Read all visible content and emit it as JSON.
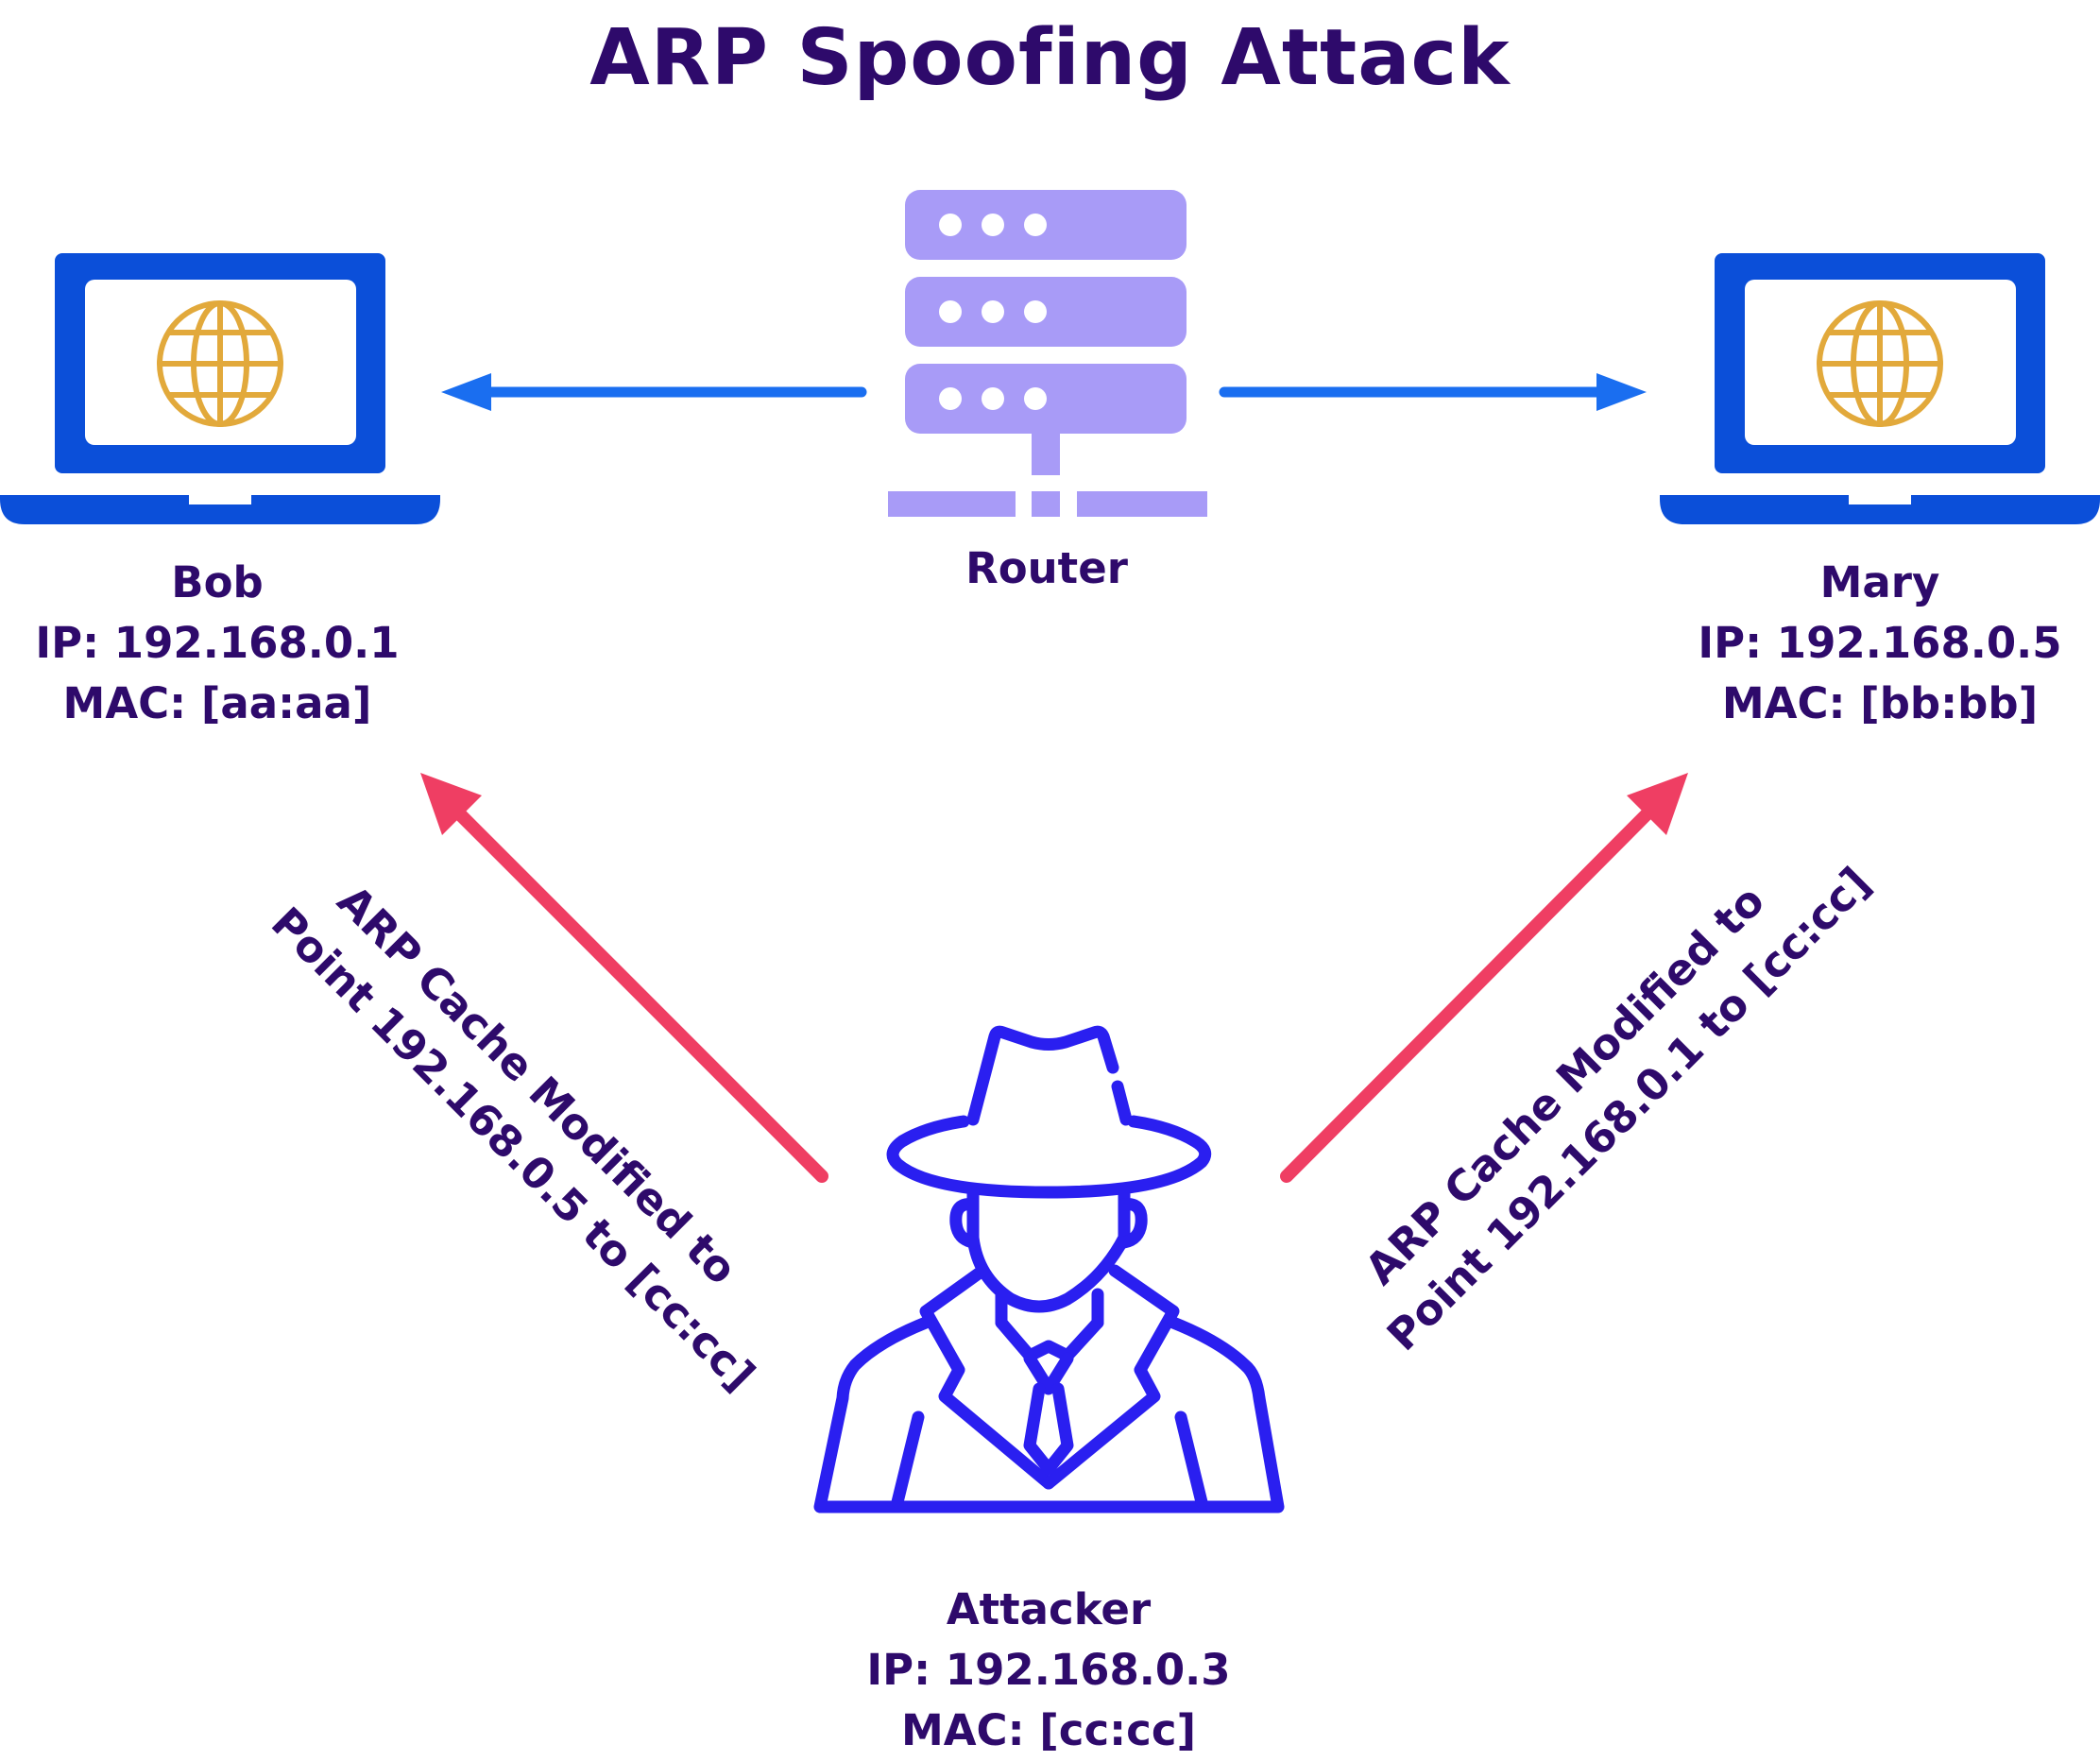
{
  "title": "ARP Spoofing Attack",
  "colors": {
    "title_text": "#2e0a6b",
    "laptop_blue": "#0b4fd9",
    "globe_gold": "#e2a93b",
    "router_purple": "#a89bf7",
    "flow_arrow_blue": "#1a6ef0",
    "attack_arrow_red": "#ef3e63",
    "attacker_stroke": "#2a1ff0"
  },
  "nodes": {
    "bob": {
      "name": "Bob",
      "ip": "IP: 192.168.0.1",
      "mac": "MAC: [aa:aa]",
      "icon": "laptop-globe-icon"
    },
    "mary": {
      "name": "Mary",
      "ip": "IP: 192.168.0.5",
      "mac": "MAC: [bb:bb]",
      "icon": "laptop-globe-icon"
    },
    "router": {
      "name": "Router",
      "icon": "server-rack-icon"
    },
    "attacker": {
      "name": "Attacker",
      "ip": "IP: 192.168.0.3",
      "mac": "MAC: [cc:cc]",
      "icon": "spy-with-hat-icon"
    }
  },
  "edges": {
    "router_to_bob": {
      "from": "router",
      "to": "bob",
      "style": "blue-arrow"
    },
    "router_to_mary": {
      "from": "router",
      "to": "mary",
      "style": "blue-arrow"
    },
    "attacker_to_bob": {
      "from": "attacker",
      "to": "bob",
      "style": "red-arrow",
      "label_line1": "ARP Cache Modified to",
      "label_line2": "Point 192.168.0.5 to [cc:cc]"
    },
    "attacker_to_mary": {
      "from": "attacker",
      "to": "mary",
      "style": "red-arrow",
      "label_line1": "ARP Cache Modified to",
      "label_line2": "Point 192.168.0.1 to [cc:cc]"
    }
  }
}
